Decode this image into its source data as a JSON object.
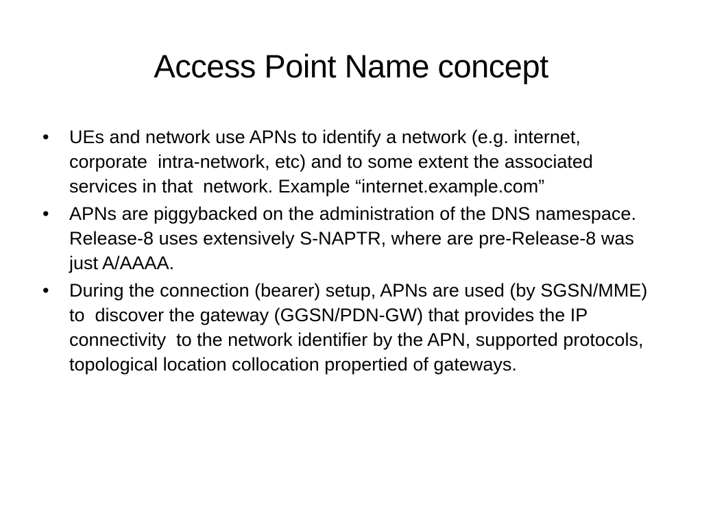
{
  "slide": {
    "title": "Access Point Name concept",
    "bullet_glyph": "•",
    "bullets": [
      "UEs and network use APNs to identify a network (e.g. internet, corporate  intra-network, etc) and to some extent the associated services in that  network. Example “internet.example.com”",
      "APNs are piggybacked on the administration of the DNS namespace. Release-8 uses extensively S-NAPTR, where are pre-Release-8 was just A/AAAA.",
      "During the connection (bearer) setup, APNs are used (by SGSN/MME) to  discover the gateway (GGSN/PDN-GW) that provides the IP connectivity  to the network identifier by the APN, supported protocols, topological location collocation propertied of gateways."
    ]
  }
}
